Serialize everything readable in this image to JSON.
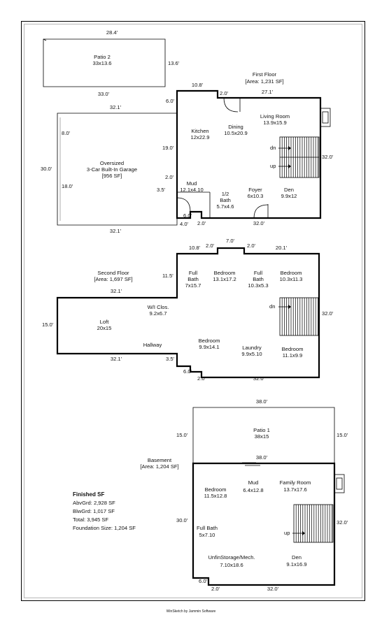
{
  "first_floor": {
    "title": "First Floor",
    "area": "[Area: 1,231 SF]",
    "patio2": {
      "name": "Patio 2",
      "size": "33x13.6",
      "dim_top": "28.4'",
      "dim_bottom": "33.0'",
      "dim_right": "13.6'"
    },
    "garage": {
      "name": "Oversized",
      "line2": "3-Car Built-In Garage",
      "area": "[956 SF]",
      "dim_top": "32.1'",
      "dim_bottom": "32.1'",
      "dim_left": "30.0'",
      "dim_inner_top": "8.0'",
      "dim_inner_bottom": "18.0'"
    },
    "rooms": [
      {
        "name": "Kitchen",
        "size": "12x22.9"
      },
      {
        "name": "Dining",
        "size": "10.5x20.9"
      },
      {
        "name": "Living Room",
        "size": "13.9x15.9"
      },
      {
        "name": "Mud",
        "size": "12.1x4.10"
      },
      {
        "name": "1/2",
        "size": "Bath",
        "size2": "5.7x4.6"
      },
      {
        "name": "Foyer",
        "size": "6x10.3"
      },
      {
        "name": "Den",
        "size": "9.9x12"
      }
    ],
    "stairs": {
      "dn": "dn",
      "up": "up"
    },
    "dims": {
      "d10_8": "10.8'",
      "d2_0_top": "2.0'",
      "d27_1": "27.1'",
      "d6_0": "6.0'",
      "d19_0": "19.0'",
      "d2_0_left": "2.0'",
      "d3_5": "3.5'",
      "d32_0_right": "32.0'",
      "d6_0_b": "6.0'",
      "d4_0": "4.0'",
      "d2_0_b": "2.0'",
      "d32_0_b": "32.0'"
    }
  },
  "second_floor": {
    "title": "Second Floor",
    "area": "[Area: 1,697 SF]",
    "rooms": [
      {
        "name": "Full",
        "line2": "Bath",
        "size": "7x15.7"
      },
      {
        "name": "Bedroom",
        "size": "13.1x17.2"
      },
      {
        "name": "Full",
        "line2": "Bath",
        "size": "10.3x5.3"
      },
      {
        "name": "Bedroom",
        "size": "10.3x11.3"
      },
      {
        "name": "W/I Clos.",
        "size": "9.2x6.7"
      },
      {
        "name": "Loft",
        "size": "20x15"
      },
      {
        "name": "Hallway",
        "size": ""
      },
      {
        "name": "Bedroom",
        "size": "9.9x14.1"
      },
      {
        "name": "Laundry",
        "size": "9.9x5.10"
      },
      {
        "name": "Bedroom",
        "size": "11.1x9.9"
      }
    ],
    "stairs": {
      "dn": "dn"
    },
    "dims": {
      "d10_8": "10.8'",
      "d2_0_a": "2.0'",
      "d7_0": "7.0'",
      "d2_0_b": "2.0'",
      "d20_1": "20.1'",
      "d11_5": "11.5'",
      "d32_1_top": "32.1'",
      "d15_0": "15.0'",
      "d32_1_bottom": "32.1'",
      "d3_5": "3.5'",
      "d32_0_right": "32.0'",
      "d6_0": "6.0'",
      "d2_0_c": "2.0'",
      "d32_0_bottom": "32.0'"
    }
  },
  "basement": {
    "title": "Basement",
    "area": "[Area: 1,204 SF]",
    "patio1": {
      "name": "Patio 1",
      "size": "38x15",
      "dim_top": "38.0'",
      "dim_left": "15.0'",
      "dim_right": "15.0'",
      "dim_bottom": "38.0'"
    },
    "rooms": [
      {
        "name": "Bedroom",
        "size": "11.5x12.8"
      },
      {
        "name": "Mud",
        "size": "6.4x12.8"
      },
      {
        "name": "Family Room",
        "size": "13.7x17.6"
      },
      {
        "name": "Full Bath",
        "size": "5x7.10"
      },
      {
        "name": "UnfinStorage/Mech.",
        "size": "7.10x18.6"
      },
      {
        "name": "Den",
        "size": "9.1x16.9"
      }
    ],
    "stairs": {
      "up": "up"
    },
    "dims": {
      "d30_0": "30.0'",
      "d32_0_right": "32.0'",
      "d6_0": "6.0'",
      "d2_0": "2.0'",
      "d32_0_bottom": "32.0'"
    }
  },
  "summary": {
    "title": "Finished SF",
    "lines": [
      "AbvGrd: 2,928 SF",
      "BlwGrd: 1,017 SF",
      "Total: 3,945 SF",
      "Foundation Size: 1,204 SF"
    ]
  },
  "footer": "WinSketch by Jammin Software"
}
